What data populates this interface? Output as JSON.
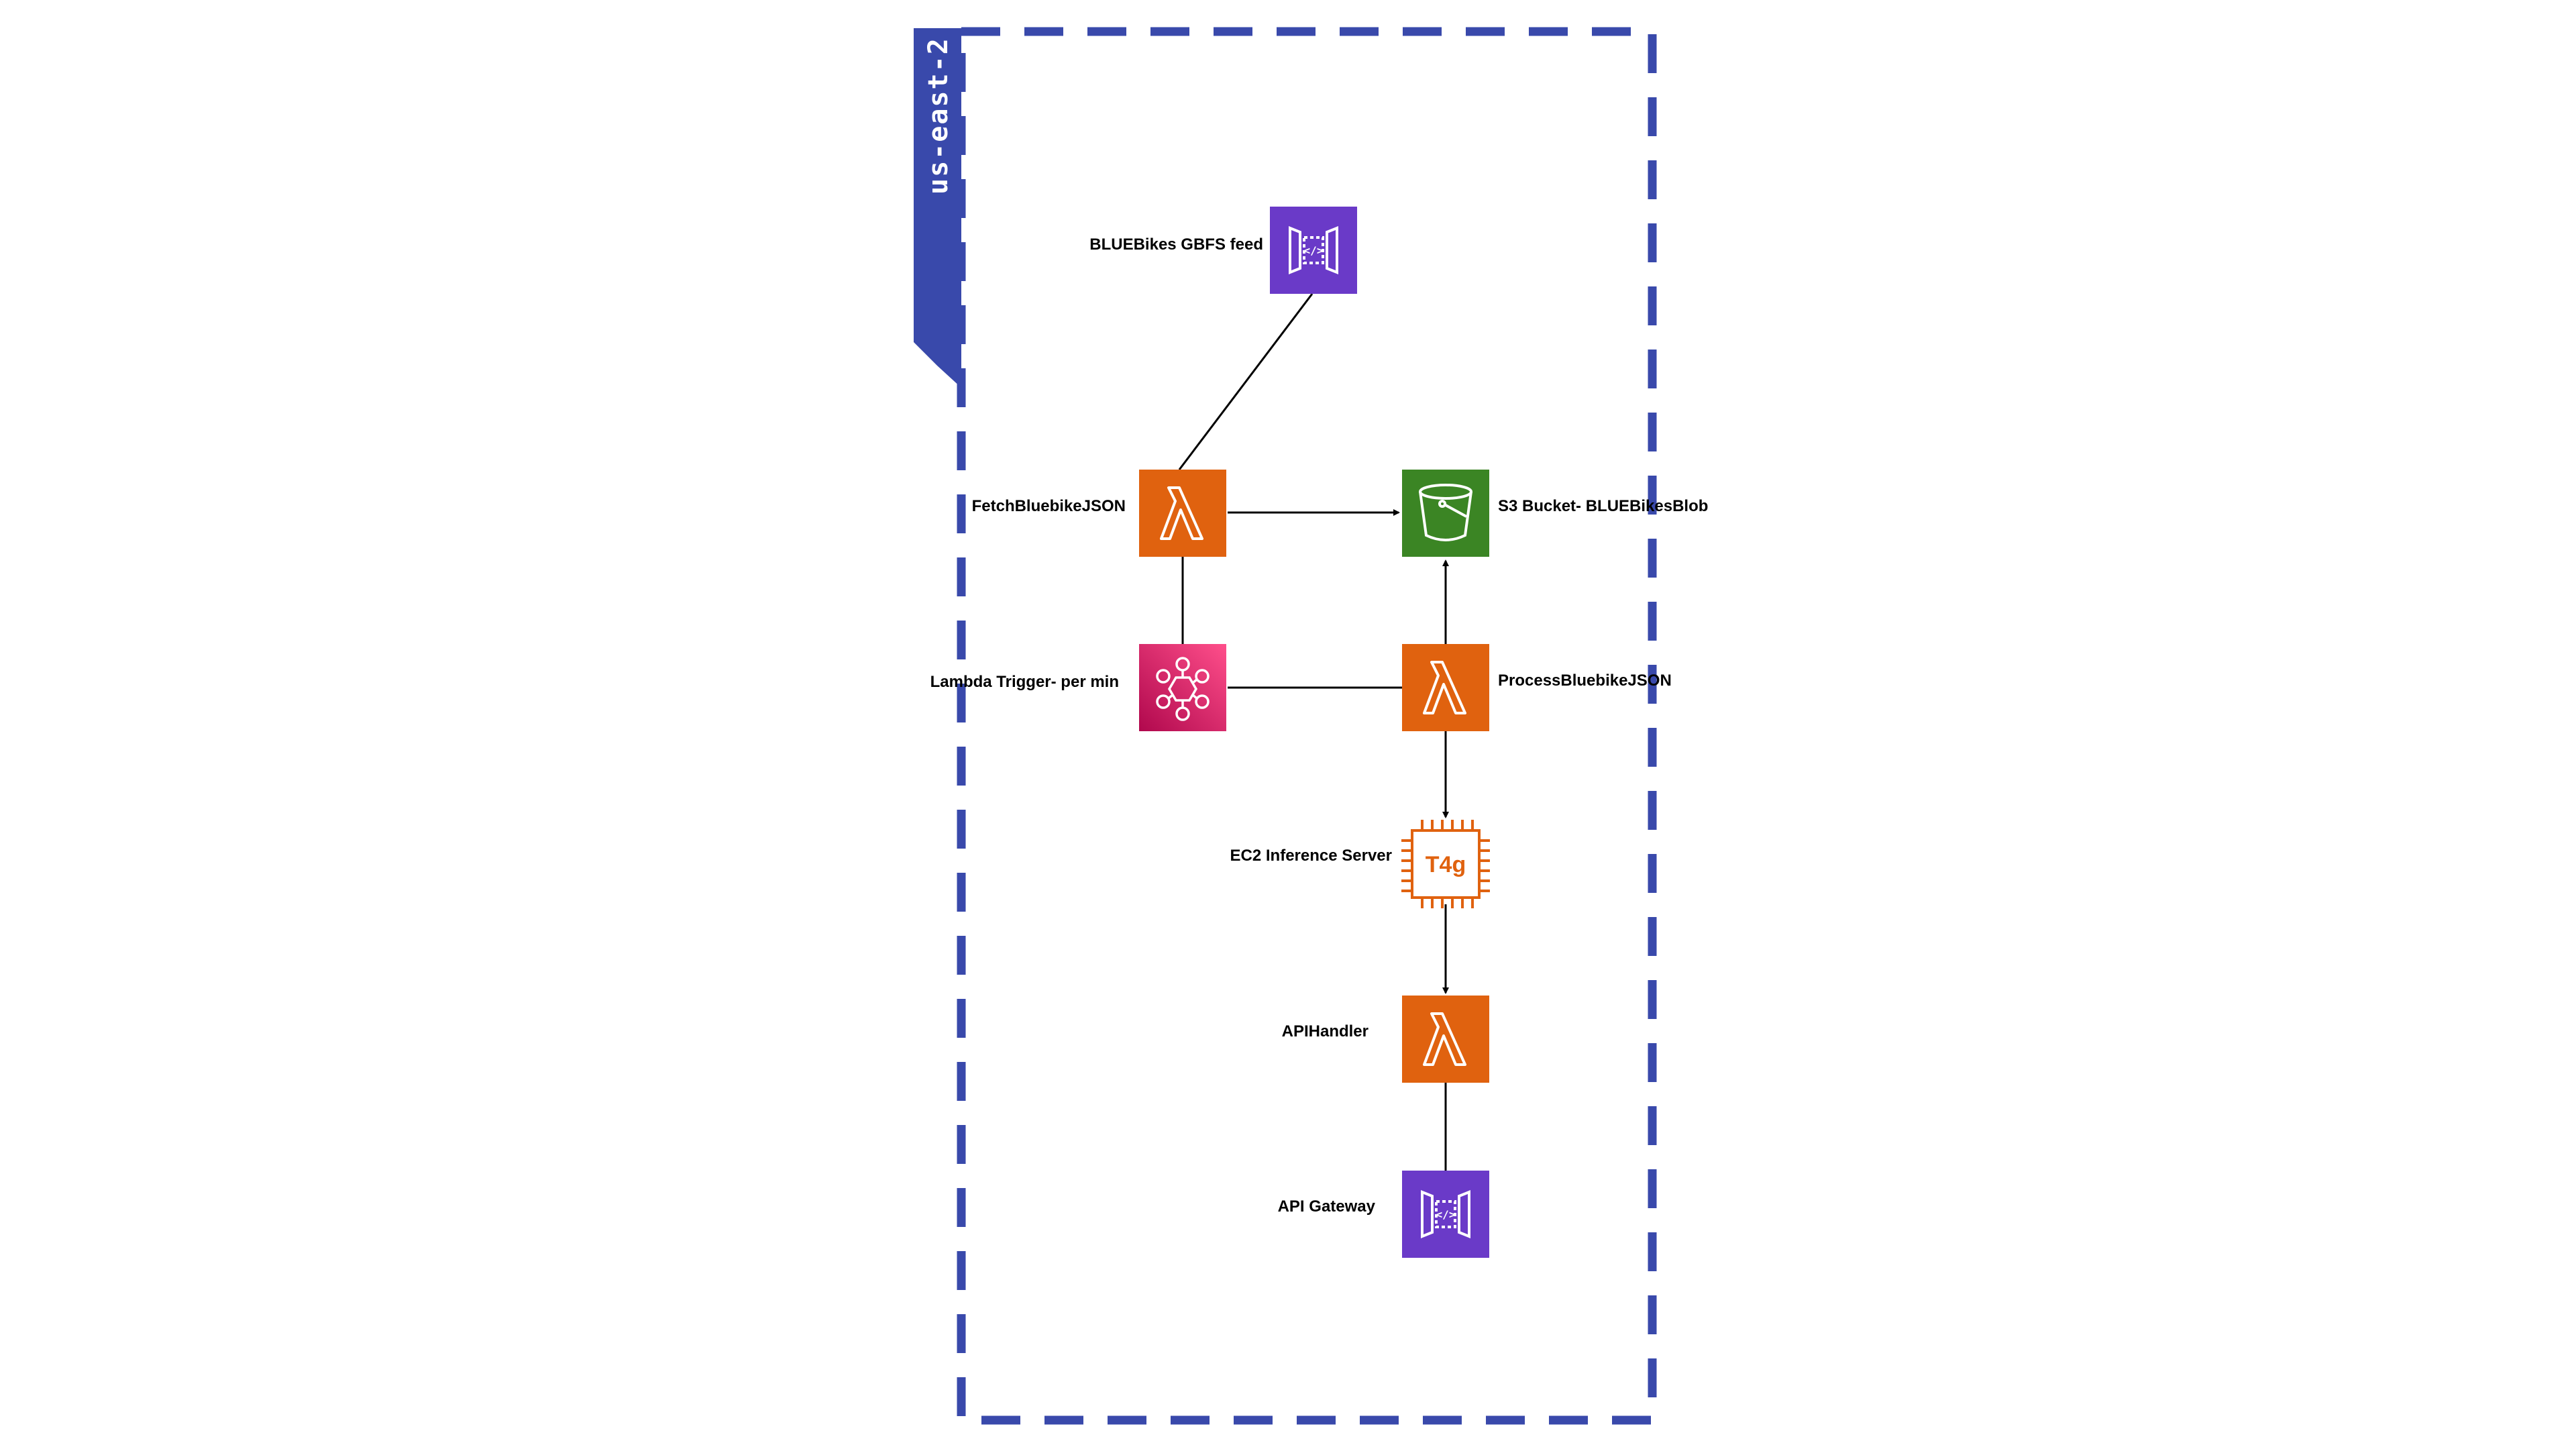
{
  "region": {
    "label": "us-east-2"
  },
  "nodes": {
    "gbfs_feed": {
      "label": "BLUEBikes GBFS feed",
      "icon": "api-gateway-icon"
    },
    "fetch_lambda": {
      "label": "FetchBluebikeJSON",
      "icon": "lambda-icon"
    },
    "s3_bucket": {
      "label": "S3 Bucket- BLUEBikesBlob",
      "icon": "s3-bucket-icon"
    },
    "trigger": {
      "label": "Lambda Trigger- per min",
      "icon": "eventbridge-icon"
    },
    "process_lambda": {
      "label": "ProcessBluebikeJSON",
      "icon": "lambda-icon"
    },
    "ec2": {
      "label": "EC2 Inference Server",
      "icon": "ec2-instance-icon",
      "chip_text": "T4g"
    },
    "api_handler": {
      "label": "APIHandler",
      "icon": "lambda-icon"
    },
    "api_gateway": {
      "label": "API Gateway",
      "icon": "api-gateway-icon"
    }
  },
  "edges": [
    {
      "from": "gbfs_feed",
      "to": "fetch_lambda",
      "arrow": false
    },
    {
      "from": "fetch_lambda",
      "to": "s3_bucket",
      "arrow": true
    },
    {
      "from": "fetch_lambda",
      "to": "trigger",
      "arrow": false
    },
    {
      "from": "trigger",
      "to": "process_lambda",
      "arrow": false
    },
    {
      "from": "process_lambda",
      "to": "s3_bucket",
      "arrow": true
    },
    {
      "from": "process_lambda",
      "to": "ec2",
      "arrow": true
    },
    {
      "from": "ec2",
      "to": "api_handler",
      "arrow": true
    },
    {
      "from": "api_handler",
      "to": "api_gateway",
      "arrow": false
    }
  ],
  "colors": {
    "region_border": "#3949AB",
    "lambda_orange": "#E0620F",
    "api_purple": "#6A3AC8",
    "s3_green": "#3B8524",
    "eventbridge_pink": "#D6336C",
    "ec2_orange": "#E0620F",
    "edge": "#000000"
  }
}
